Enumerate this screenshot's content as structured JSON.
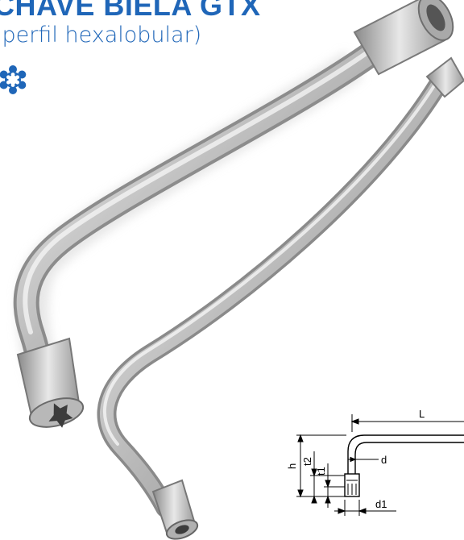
{
  "header": {
    "title": "CHAVE BIELA GTX",
    "subtitle": "(perfil hexalobular)"
  },
  "icons": {
    "profile_icon": "torx-hexalobular-icon"
  },
  "diagram": {
    "labels": {
      "length": "L",
      "diameter": "d",
      "height": "h",
      "depth_2": "t2",
      "depth_1": "t1",
      "diameter_1": "d1"
    }
  },
  "colors": {
    "brand_blue": "#1f66b8",
    "tool_steel": "#c9c9c9"
  }
}
